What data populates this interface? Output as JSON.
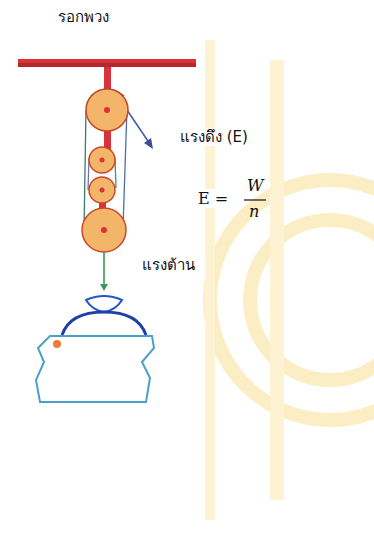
{
  "diagram": {
    "labels": [
      "รอกพวง",
      "แรงดึง (E)",
      "E =",
      "W",
      "n",
      "แรงต้าน"
    ]
  }
}
